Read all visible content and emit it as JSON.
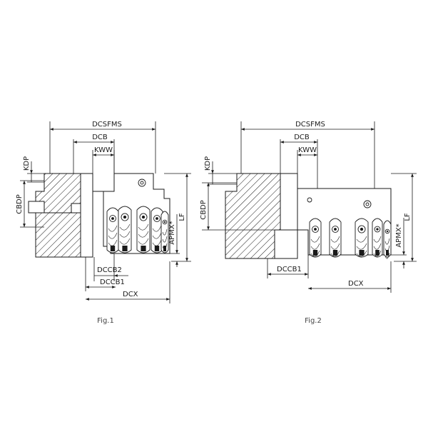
{
  "figures": [
    {
      "caption": "Fig.1",
      "labels": {
        "dcsfms": "DCSFMS",
        "dcb": "DCB",
        "kww": "KWW",
        "kdp": "KDP",
        "cbdp": "CBDP",
        "lf": "LF",
        "apmx": "APMX*",
        "dccb2": "DCCB2",
        "dccb1": "DCCB1",
        "dcx": "DCX"
      }
    },
    {
      "caption": "Fig.2",
      "labels": {
        "dcsfms": "DCSFMS",
        "dcb": "DCB",
        "kww": "KWW",
        "kdp": "KDP",
        "cbdp": "CBDP",
        "lf": "LF",
        "apmx": "APMX*",
        "dccb1": "DCCB1",
        "dcx": "DCX"
      }
    }
  ],
  "colors": {
    "line": "#1a1a1a",
    "background": "#ffffff",
    "caption": "#444444"
  }
}
